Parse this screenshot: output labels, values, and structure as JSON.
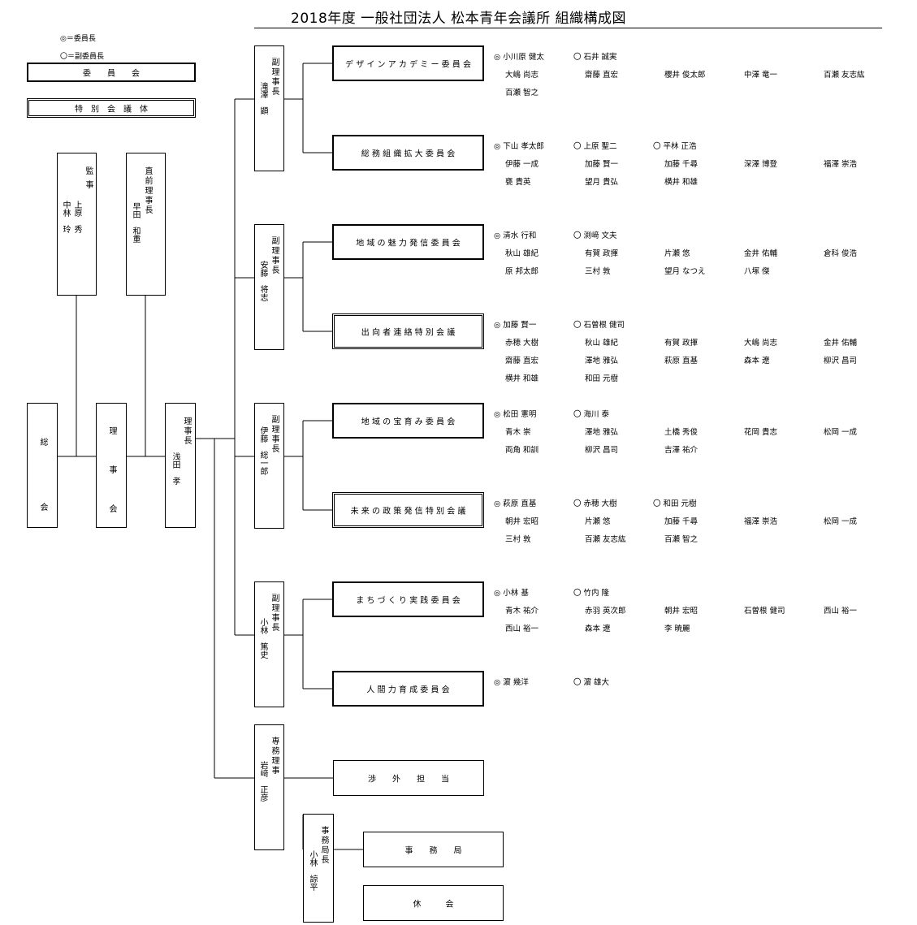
{
  "title": "2018年度 一般社団法人 松本青年会議所 組織構成図",
  "legend": {
    "chair": "◎＝委員長",
    "vice": "〇＝副委員長"
  },
  "legend_boxes": {
    "committee": "委　　員　　会",
    "special": "特　別　会　議　体"
  },
  "left": {
    "auditor": {
      "role": "監事",
      "names": [
        "上原　秀",
        "中林　玲"
      ]
    },
    "former_president": {
      "role": "直前理事長",
      "name": "早田　和重"
    },
    "general_assembly": "総　会",
    "board": "理　事　会",
    "president": {
      "role": "理事長",
      "name": "浅田　孝"
    }
  },
  "vps": [
    {
      "role": "副理事長",
      "name": "滝澤　顕"
    },
    {
      "role": "副理事長",
      "name": "安藤　将志"
    },
    {
      "role": "副理事長",
      "name": "伊藤　総一郎"
    },
    {
      "role": "副理事長",
      "name": "小林　篤史"
    },
    {
      "role": "専務理事",
      "name": "岩﨑　正彦"
    }
  ],
  "secretariat_head": {
    "role": "事務局長",
    "name": "小林　諒平"
  },
  "committees": [
    {
      "name": "デ ザ イ ン ア カ デ ミ ー 委 員 会",
      "chair": "小川原 健太",
      "vices": [
        "石井 誠実"
      ],
      "members": [
        [
          "大嶋 尚志",
          "齋藤 直宏",
          "櫻井 俊太郎",
          "中澤 竜一",
          "百瀬 友志紘"
        ],
        [
          "百瀬 智之"
        ]
      ]
    },
    {
      "name": "総 務 組 織 拡 大 委 員 会",
      "chair": "下山 孝太郎",
      "vices": [
        "上原 聖二",
        "平林 正浩"
      ],
      "members": [
        [
          "伊藤 一成",
          "加藤 賢一",
          "加藤 千尋",
          "深澤 博登",
          "福澤 崇浩"
        ],
        [
          "甕 貴英",
          "望月 貴弘",
          "横井 和雄"
        ]
      ]
    },
    {
      "name": "地 域 の 魅 力 発 信 委 員 会",
      "chair": "清水 行和",
      "vices": [
        "渕﨑 文夫"
      ],
      "members": [
        [
          "秋山 雄紀",
          "有賀 政揮",
          "片瀬 悠",
          "金井 佑輔",
          "倉科 俊浩"
        ],
        [
          "原 邦太郎",
          "三村 敦",
          "望月 なつえ",
          "八塚 傑"
        ]
      ]
    },
    {
      "name": "出 向 者 連 絡 特 別 会 議",
      "chair": "加藤 賢一",
      "vices": [
        "石曽根 健司"
      ],
      "members": [
        [
          "赤穂 大樹",
          "秋山 雄紀",
          "有賀 政揮",
          "大嶋 尚志",
          "金井 佑輔"
        ],
        [
          "齋藤 直宏",
          "澤地 雅弘",
          "萩原 直基",
          "森本 遼",
          "柳沢 昌司"
        ],
        [
          "横井 和雄",
          "和田 元樹"
        ]
      ]
    },
    {
      "name": "地 域 の 宝 育 み 委 員 会",
      "chair": "松田 憲明",
      "vices": [
        "海川 泰"
      ],
      "members": [
        [
          "青木 崇",
          "澤地 雅弘",
          "土橋 秀俊",
          "花岡 貴志",
          "松岡 一成"
        ],
        [
          "両角 和訓",
          "柳沢 昌司",
          "吉澤 祐介"
        ]
      ]
    },
    {
      "name": "未 来 の 政 策 発 信 特 別 会 議",
      "chair": "萩原 直基",
      "vices": [
        "赤穂 大樹",
        "和田 元樹"
      ],
      "members": [
        [
          "朝井 宏昭",
          "片瀬 悠",
          "加藤 千尋",
          "福澤 崇浩",
          "松岡 一成"
        ],
        [
          "三村 敦",
          "百瀬 友志紘",
          "百瀬 智之"
        ]
      ]
    },
    {
      "name": "ま ち づ く り 実 践 委 員 会",
      "chair": "小林 基",
      "vices": [
        "竹内 隆"
      ],
      "members": [
        [
          "青木 祐介",
          "赤羽 英次郎",
          "朝井 宏昭",
          "石曽根 健司",
          "西山 裕一"
        ],
        [
          "西山 裕一",
          "森本 遼",
          "李 暁麗"
        ]
      ]
    },
    {
      "name": "人 間 力 育 成 委 員 会",
      "chair": "濵 幾洋",
      "vices": [
        "濵 雄大"
      ],
      "members": []
    }
  ],
  "other_units": {
    "external": "渉　　外　　担　　当",
    "secretariat": "事　　務　　局",
    "club": "休　　　会"
  }
}
